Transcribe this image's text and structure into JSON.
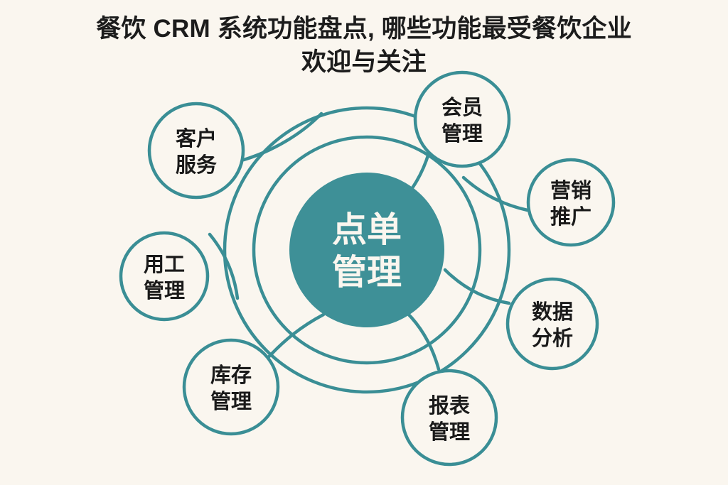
{
  "colors": {
    "background": "#FAF6EF",
    "accent": "#3E9097",
    "stroke": "#3A8E95",
    "title_text": "#1C1C1C",
    "node_text": "#1A1A1A",
    "center_text": "#FAF6EF"
  },
  "title": {
    "line1": "餐饮 CRM 系统功能盘点, 哪些功能最受餐饮企业",
    "line2": "欢迎与关注"
  },
  "center": {
    "line1": "点单",
    "line2": "管理"
  },
  "rings": {
    "inner_label": "ring-inner",
    "outer_label": "ring-outer"
  },
  "nodes": [
    {
      "id": "customer-service",
      "line1": "客户",
      "line2": "服务"
    },
    {
      "id": "member-management",
      "line1": "会员",
      "line2": "管理"
    },
    {
      "id": "marketing-promotion",
      "line1": "营销",
      "line2": "推广"
    },
    {
      "id": "data-analysis",
      "line1": "数据",
      "line2": "分析"
    },
    {
      "id": "report-management",
      "line1": "报表",
      "line2": "管理"
    },
    {
      "id": "inventory-management",
      "line1": "库存",
      "line2": "管理"
    },
    {
      "id": "labor-management",
      "line1": "用工",
      "line2": "管理"
    }
  ]
}
